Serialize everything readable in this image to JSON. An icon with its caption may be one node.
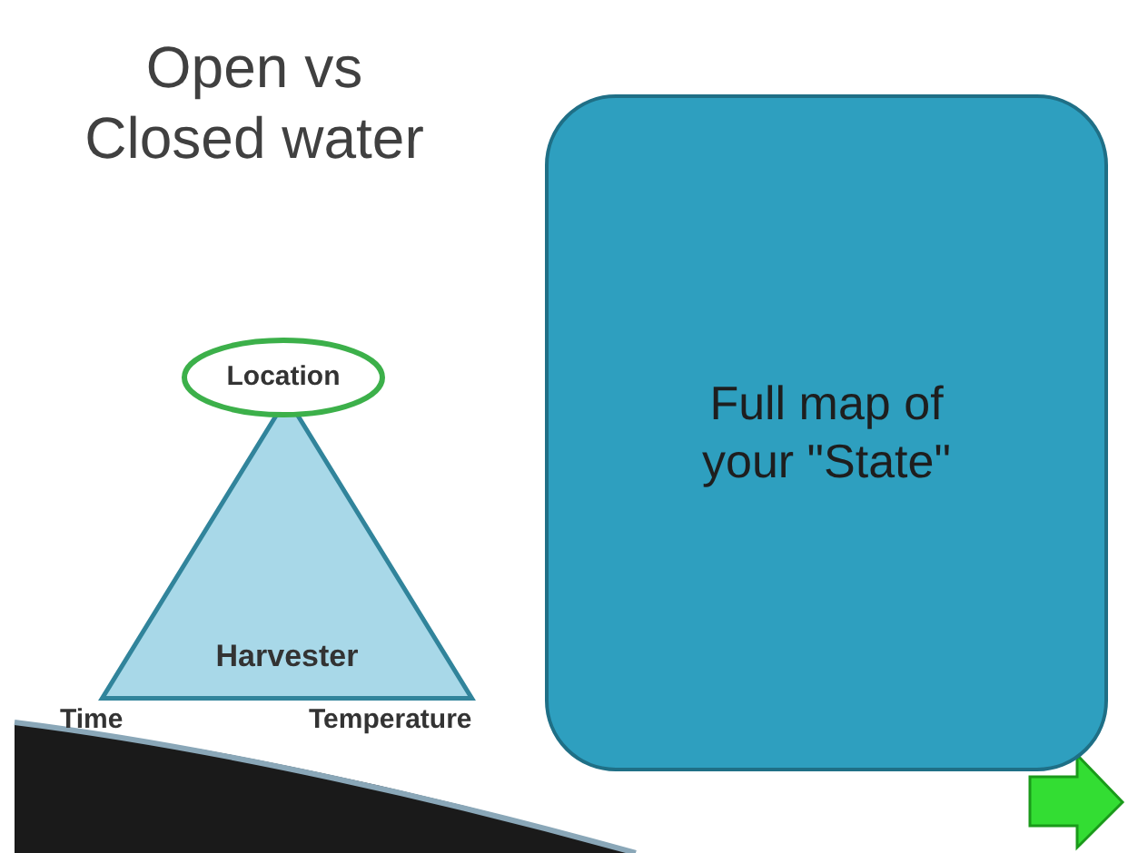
{
  "diagram": {
    "title": "Open vs Closed water",
    "nodes": [
      {
        "text": [
          "Location"
        ]
      },
      {
        "text": [
          "Harvester"
        ]
      },
      {
        "text": [
          "Full map of your \"State\""
        ]
      }
    ],
    "labels": [
      "Time",
      "Temperature"
    ]
  }
}
